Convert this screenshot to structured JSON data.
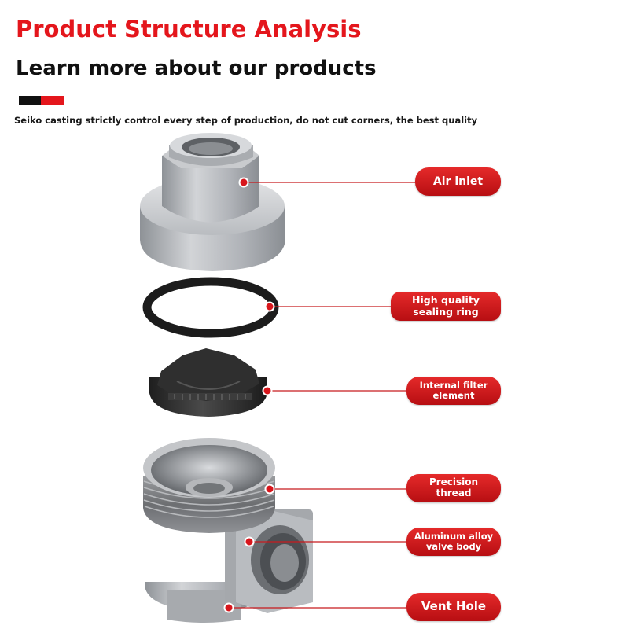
{
  "header": {
    "title": "Product Structure Analysis",
    "subtitle": "Learn more about our products",
    "tagline": "Seiko casting strictly control every step of production, do not cut corners, the best quality"
  },
  "colors": {
    "accent_red": "#e4161c",
    "accent_black": "#111111",
    "label_bg": "#c81a1e",
    "metal": "#b4b7bc",
    "rubber": "#2a2a2a"
  },
  "parts": [
    {
      "id": "air-inlet",
      "lines": [
        "Air inlet"
      ]
    },
    {
      "id": "sealing-ring",
      "lines": [
        "High quality",
        "sealing ring"
      ]
    },
    {
      "id": "filter-element",
      "lines": [
        "Internal filter",
        "element"
      ]
    },
    {
      "id": "precision-thread",
      "lines": [
        "Precision",
        "thread"
      ]
    },
    {
      "id": "valve-body",
      "lines": [
        "Aluminum alloy",
        "valve body"
      ]
    },
    {
      "id": "vent-hole",
      "lines": [
        "Vent Hole"
      ]
    }
  ]
}
